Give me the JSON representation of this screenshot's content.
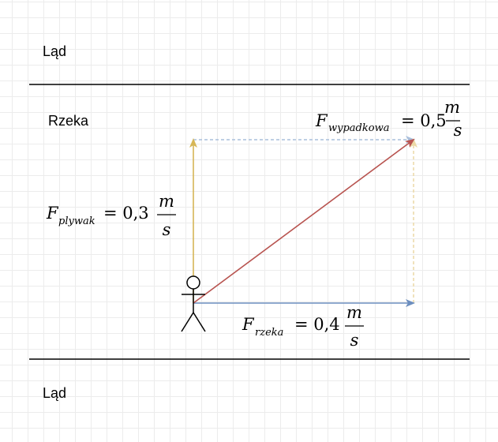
{
  "labels": {
    "land_top": "Ląd",
    "river": "Rzeka",
    "land_bottom": "Ląd"
  },
  "equations": {
    "resultant": {
      "symbol": "F",
      "subscript": "wypadkowa",
      "value": "= 0,5",
      "unit_num": "m",
      "unit_den": "s"
    },
    "swimmer": {
      "symbol": "F",
      "subscript": "plywak",
      "value": "= 0,3",
      "unit_num": "m",
      "unit_den": "s"
    },
    "current": {
      "symbol": "F",
      "subscript": "rzeka",
      "value": "= 0,4",
      "unit_num": "m",
      "unit_den": "s"
    }
  },
  "colors": {
    "swimmer_vector": "#d6b656",
    "current_vector": "#6c8ebf",
    "resultant_vector": "#b85450",
    "bank_line": "#000000"
  },
  "icons": [
    "stick-figure-swimmer-icon"
  ]
}
